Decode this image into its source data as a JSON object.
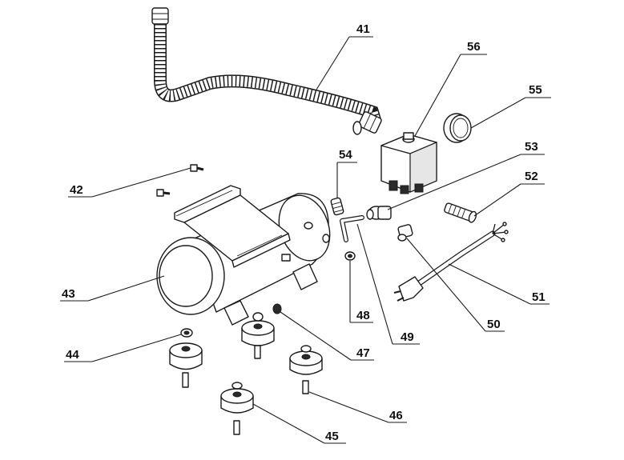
{
  "labels": {
    "p41": "41",
    "p42": "42",
    "p43": "43",
    "p44": "44",
    "p45": "45",
    "p46": "46",
    "p47": "47",
    "p48": "48",
    "p49": "49",
    "p50": "50",
    "p51": "51",
    "p52": "52",
    "p53": "53",
    "p54": "54",
    "p55": "55",
    "p56": "56"
  },
  "colors": {
    "line": "#1a1a1a",
    "background": "#ffffff",
    "shade": "#e6e6e6"
  }
}
